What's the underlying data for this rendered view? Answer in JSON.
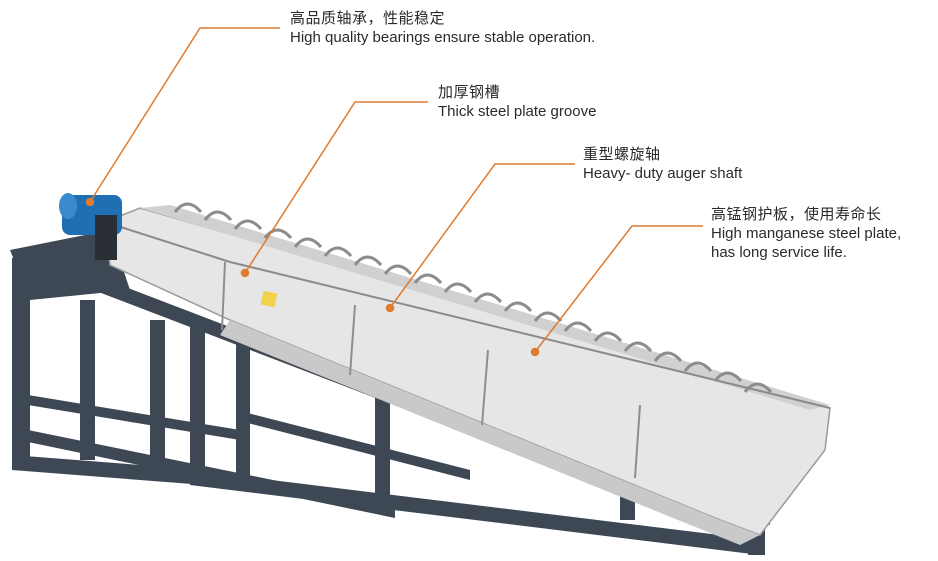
{
  "callouts": [
    {
      "zh": "高品质轴承，性能稳定",
      "en": "High quality bearings ensure stable operation."
    },
    {
      "zh": "加厚钢槽",
      "en": "Thick steel plate groove"
    },
    {
      "zh": "重型螺旋轴",
      "en": "Heavy- duty auger shaft"
    },
    {
      "zh": "高锰钢护板，使用寿命长",
      "en_line1": "High manganese steel plate,",
      "en_line2": "has long service life."
    }
  ],
  "colors": {
    "frame": "#3e4854",
    "trough": "#e6e6e6",
    "trough_shadow": "#c9c9c9",
    "auger": "#b8b8b8",
    "motor": "#1f6fb5",
    "leader_line": "#e07a2e"
  }
}
